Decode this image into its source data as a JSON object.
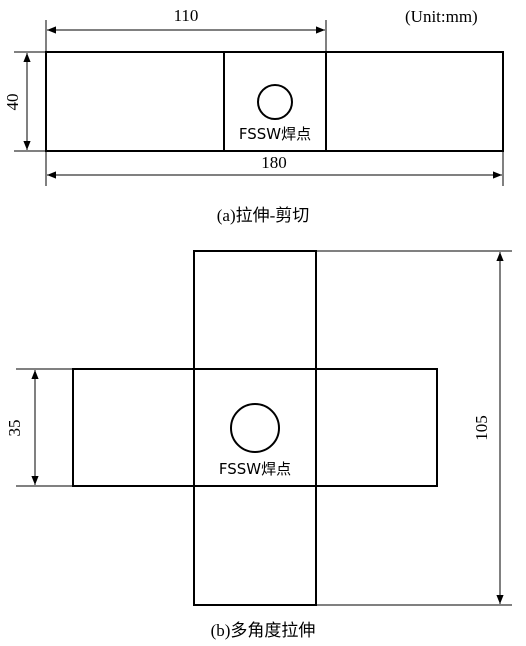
{
  "unit_note": "(Unit:mm)",
  "diagram_a": {
    "dim_top": "110",
    "dim_left": "40",
    "dim_bottom": "180",
    "weld_label": "FSSW焊点",
    "caption": "(a)拉伸-剪切"
  },
  "diagram_b": {
    "dim_left": "35",
    "dim_right": "105",
    "weld_label": "FSSW焊点",
    "caption": "(b)多角度拉伸"
  }
}
